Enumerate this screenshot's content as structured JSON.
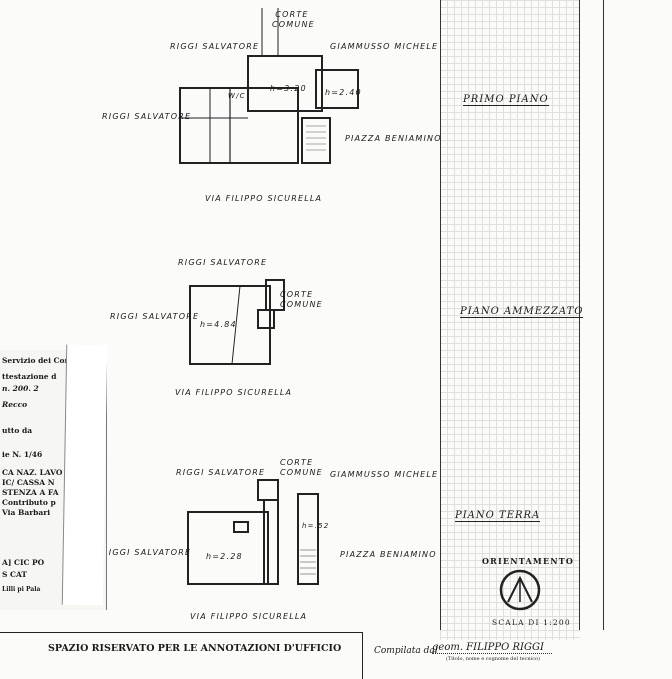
{
  "floors": {
    "primo": "PRIMO PIANO",
    "ammezzato": "PIANO AMMEZZATO",
    "terra": "PIANO TERRA"
  },
  "labels": {
    "corte_comune_top": "CORTE COMUNE",
    "riggi_top": "RIGGI SALVATORE",
    "giammusso_top": "GIAMMUSSO MICHELE",
    "riggi_left1": "RIGGI SALVATORE",
    "piazza1": "PIAZZA BENIAMINO",
    "via1": "VIA FILIPPO SICURELLA",
    "h320": "h=3.20",
    "h240": "h=2.40",
    "wc": "W/C",
    "riggi_mid_top": "RIGGI SALVATORE",
    "riggi_mid_left": "RIGGI SALVATORE",
    "corte_comune_mid": "CORTE COMUNE",
    "h484": "h=4.84",
    "via2": "VIA FILIPPO SICURELLA",
    "riggi_bot_top": "RIGGI SALVATORE",
    "corte_comune_bot": "CORTE COMUNE",
    "giammusso_bot": "GIAMMUSSO MICHELE",
    "riggi_bot_left": "RIGGI SALVATORE",
    "h228": "h=2.28",
    "h52": "h=.52",
    "piazza2": "PIAZZA BENIAMINO",
    "via3": "VIA FILIPPO SICURELLA"
  },
  "orientamento": "ORIENTAMENTO",
  "scala": "SCALA DI 1:200",
  "footer": {
    "spazio": "SPAZIO RISERVATO PER LE ANNOTAZIONI D'UFFICIO",
    "compilata": "Compilata dal",
    "geom": "geom. FILIPPO RIGGI",
    "sub": "(Titolo, nome e cognome del tecnico)"
  },
  "left_doc": [
    "Servizio dei Con",
    "ttestazione d",
    "n. 200. 2",
    "Recco",
    "utto da",
    "ie N. 1/46",
    "CA NAZ. LAVO",
    "IC/ CASSA N",
    "STENZA A FA",
    "Contributo p",
    "Via Barbari",
    "A] CIC PO",
    "S CAT",
    "Lilli pi Pala"
  ]
}
